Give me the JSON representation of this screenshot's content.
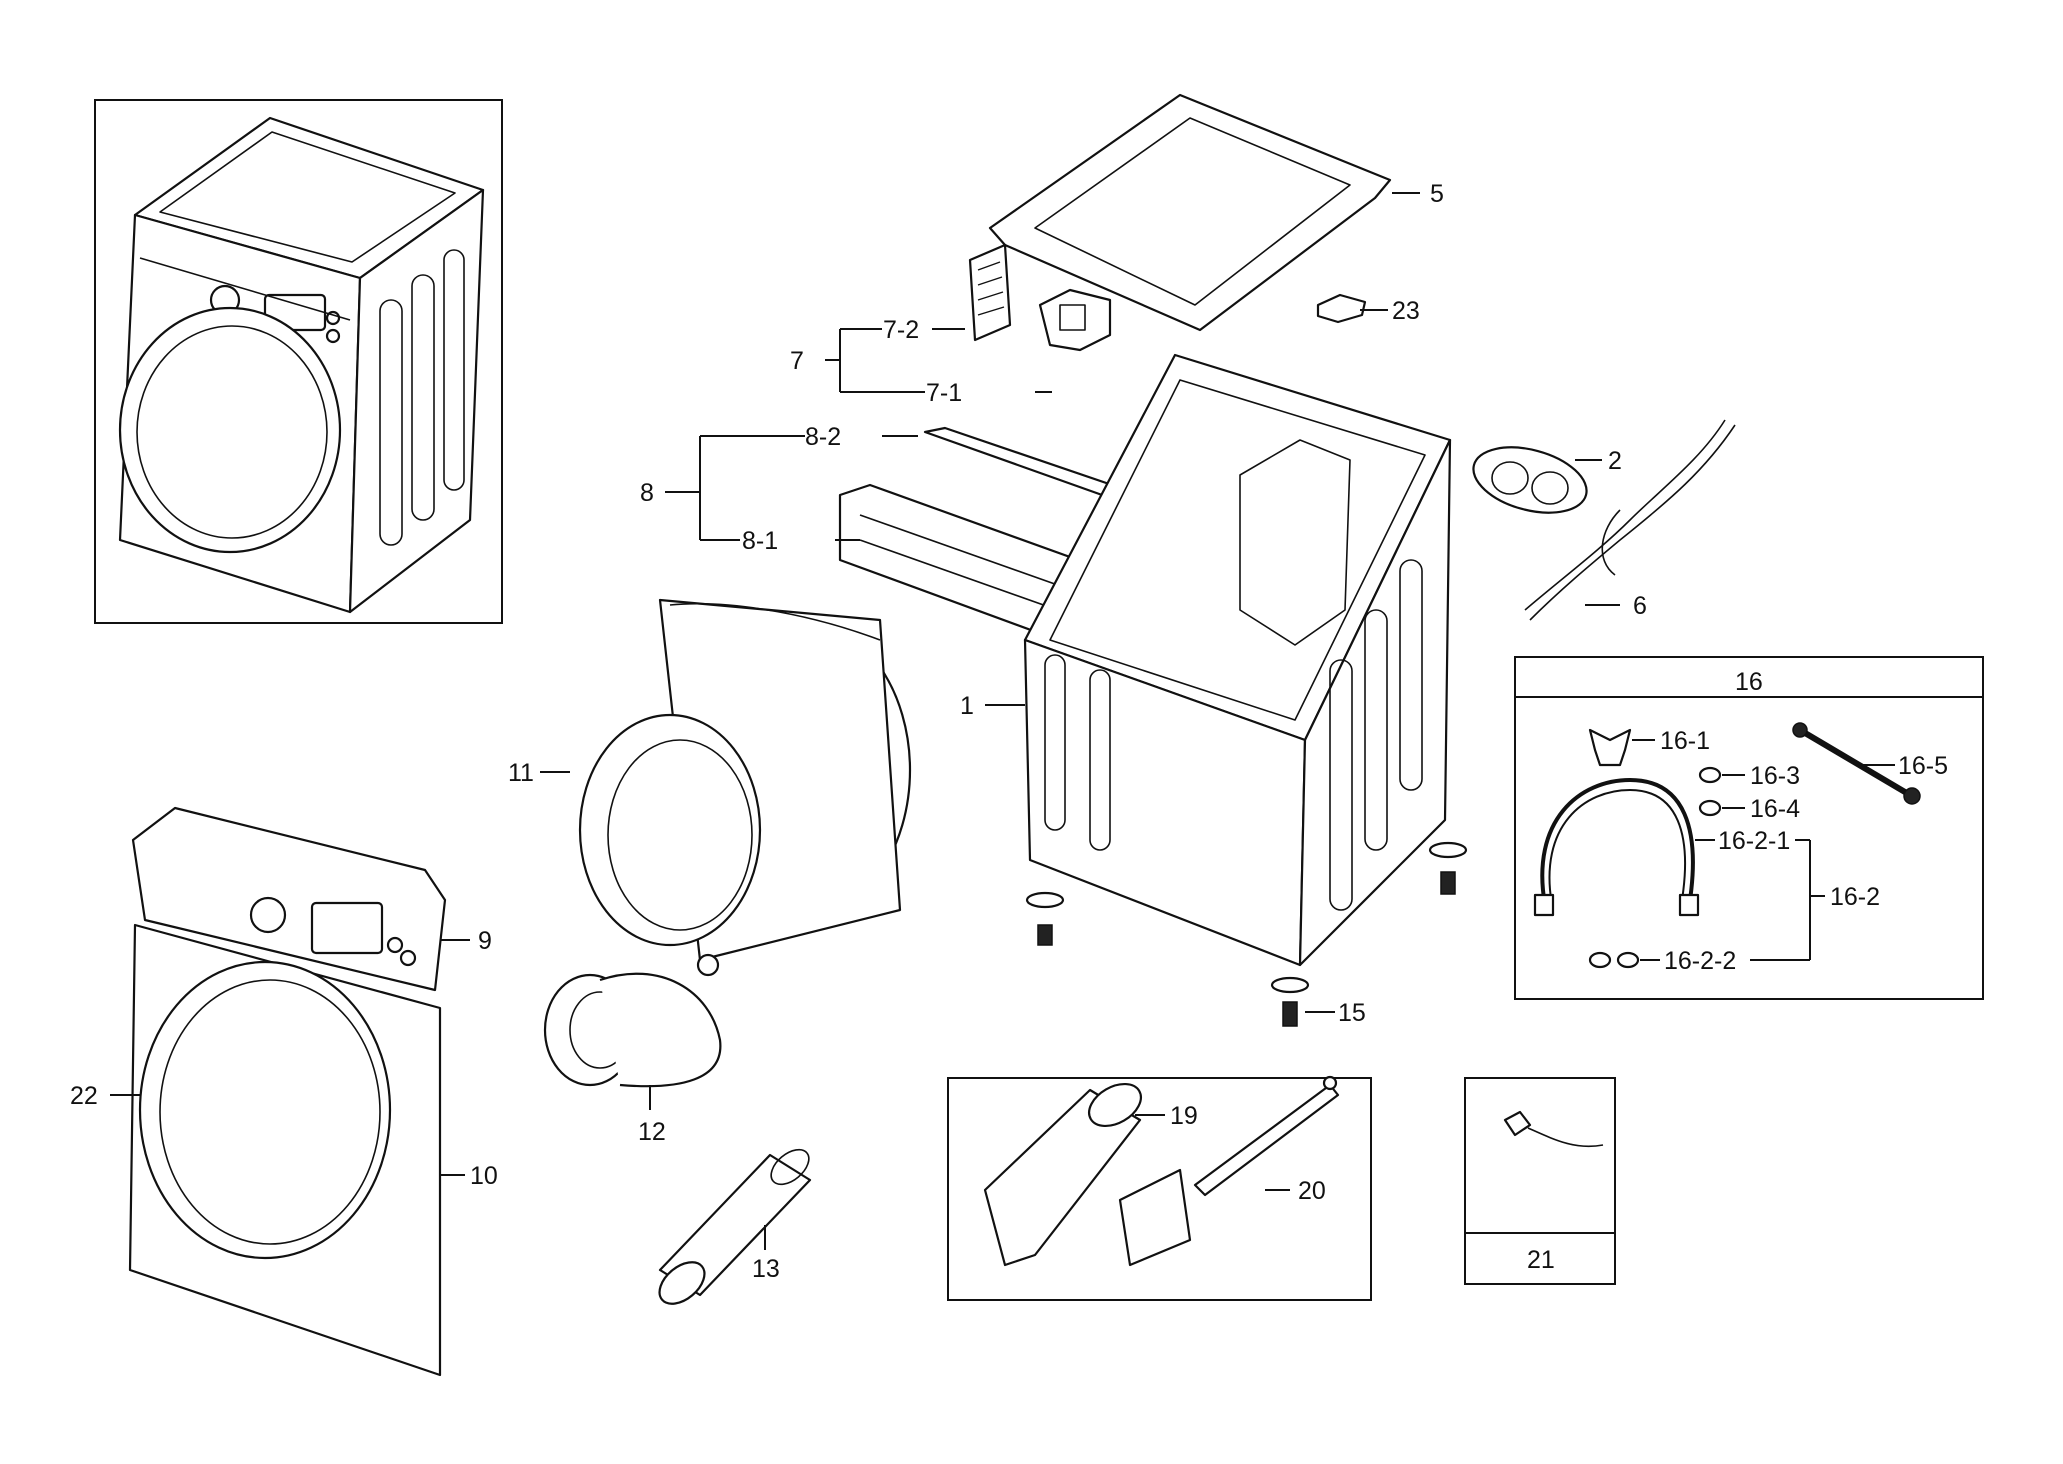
{
  "callouts": {
    "c1": "1",
    "c2": "2",
    "c5": "5",
    "c6": "6",
    "c7": "7",
    "c7_1": "7-1",
    "c7_2": "7-2",
    "c8": "8",
    "c8_1": "8-1",
    "c8_2": "8-2",
    "c9": "9",
    "c10": "10",
    "c11": "11",
    "c12": "12",
    "c13": "13",
    "c15": "15",
    "c16": "16",
    "c16_1": "16-1",
    "c16_2": "16-2",
    "c16_2_1": "16-2-1",
    "c16_2_2": "16-2-2",
    "c16_3": "16-3",
    "c16_4": "16-4",
    "c16_5": "16-5",
    "c19": "19",
    "c20": "20",
    "c21": "21",
    "c22": "22",
    "c23": "23"
  }
}
